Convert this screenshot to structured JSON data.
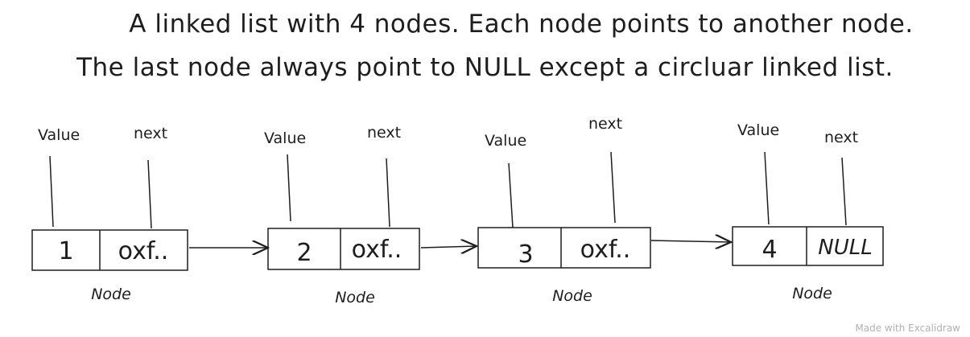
{
  "caption": {
    "line1": "A linked list with 4 nodes. Each node points to another node.",
    "line2": "The last node always point to NULL except a circluar linked list."
  },
  "nodes": [
    {
      "value": "1",
      "next": "oxf..",
      "value_label": "Value",
      "next_label": "next",
      "node_label": "Node"
    },
    {
      "value": "2",
      "next": "oxf..",
      "value_label": "Value",
      "next_label": "next",
      "node_label": "Node"
    },
    {
      "value": "3",
      "next": "oxf..",
      "value_label": "Value",
      "next_label": "next",
      "node_label": "Node"
    },
    {
      "value": "4",
      "next": "NULL",
      "value_label": "Value",
      "next_label": "next",
      "node_label": "Node"
    }
  ],
  "watermark": "Made with Excalidraw",
  "colors": {
    "stroke": "#1e1e1e",
    "watermark": "#b0b0b0"
  }
}
